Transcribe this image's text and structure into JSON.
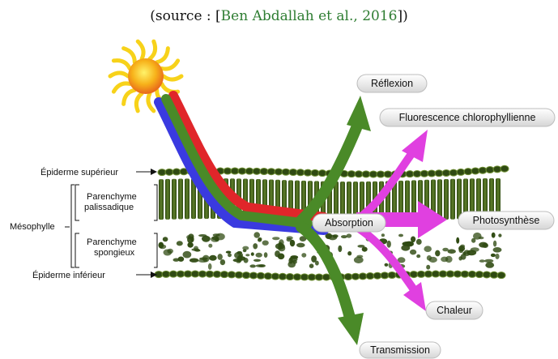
{
  "caption": {
    "prefix": "(source : [",
    "citation": "Ben Abdallah et al., 2016",
    "suffix": "])"
  },
  "leaf_labels": {
    "epiderme_superieur": "Épiderme supérieur",
    "parenchyme_palissadique_line1": "Parenchyme",
    "parenchyme_palissadique_line2": "palissadique",
    "mesophylle": "Mésophylle",
    "parenchyme_spongieux_line1": "Parenchyme",
    "parenchyme_spongieux_line2": "spongieux",
    "epiderme_inferieur": "Épiderme inférieur"
  },
  "outcomes": {
    "reflexion": "Réflexion",
    "fluorescence": "Fluorescence chlorophyllienne",
    "absorption": "Absorption",
    "photosynthese": "Photosynthèse",
    "chaleur": "Chaleur",
    "transmission": "Transmission"
  },
  "colors": {
    "leaf_dark": "#2f4a12",
    "leaf_light": "#6f8f34",
    "green_arrow": "#4a8a28",
    "magenta_arrow": "#e040e0",
    "red_ray": "#e0262a",
    "blue_ray": "#3a3ae0",
    "sun_yellow": "#f7d21a",
    "sun_orange": "#f08a10",
    "citation_green": "#2e7d32"
  }
}
